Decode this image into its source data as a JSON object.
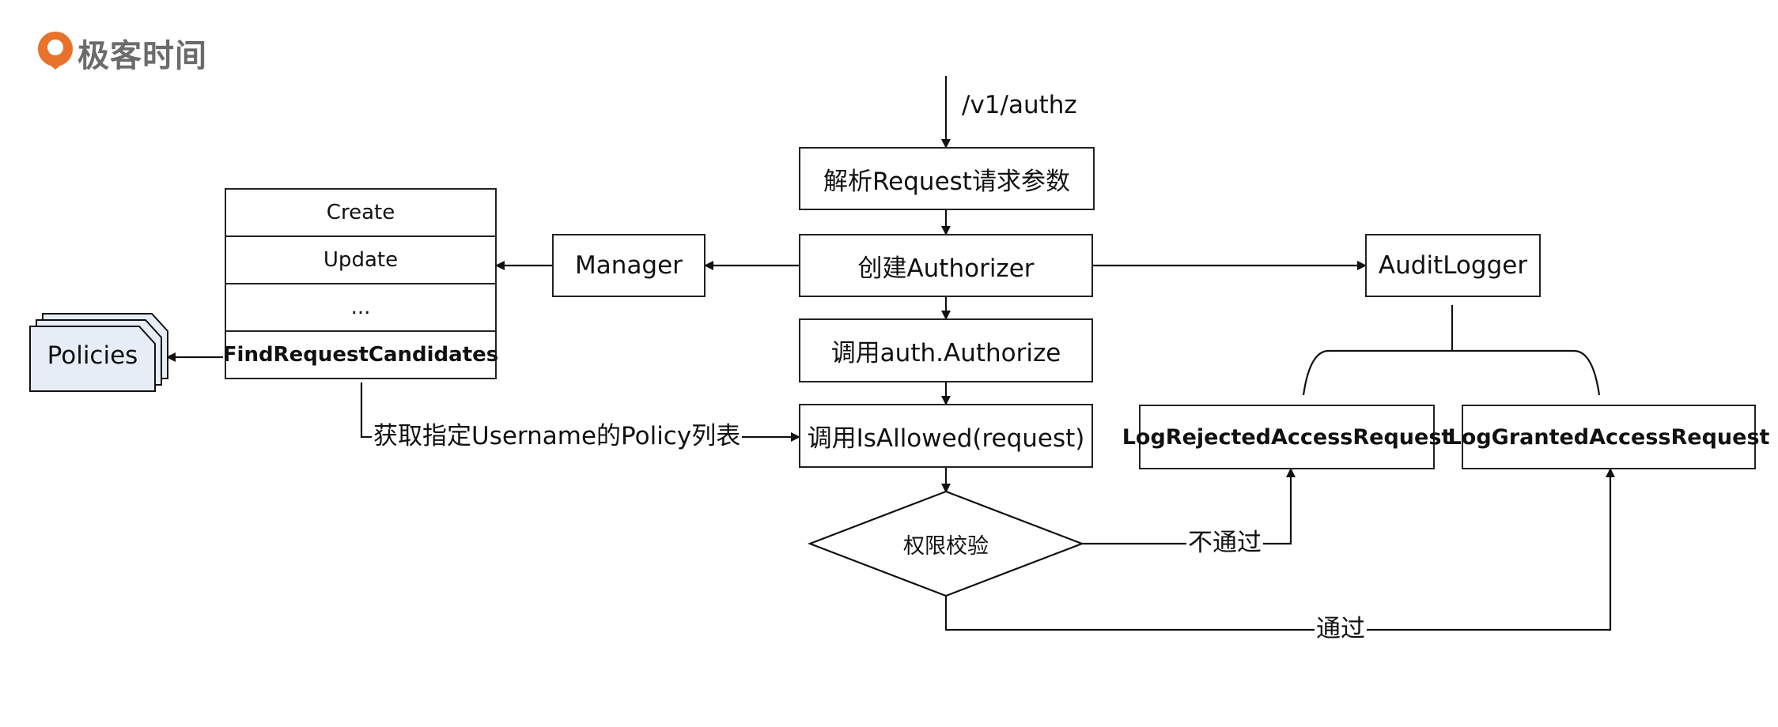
{
  "brand": {
    "name": "极客时间",
    "accent": "#e8722a",
    "text_color": "#6b6b6b"
  },
  "nodes": {
    "endpoint": "/v1/authz",
    "parse": "解析Request请求参数",
    "create_authorizer": "创建Authorizer",
    "call_authorize": "调用auth.Authorize",
    "call_isallowed": "调用IsAllowed(request)",
    "check": "权限校验",
    "manager": "Manager",
    "audit_logger": "AuditLogger",
    "log_rejected": "LogRejectedAccessRequest",
    "log_granted": "LogGrantedAccessRequest",
    "policies": "Policies",
    "policies_fill": "#e6edf7"
  },
  "manager_methods": [
    "Create",
    "Update",
    "...",
    "FindRequestCandidates"
  ],
  "edge_labels": {
    "get_policies": "获取指定Username的Policy列表",
    "denied": "不通过",
    "granted": "通过"
  }
}
